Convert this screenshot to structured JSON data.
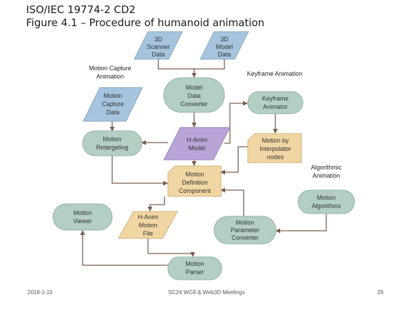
{
  "slide": {
    "title_line1": "ISO/IEC 19774-2 CD2",
    "title_line2": "Figure 4.1 – Procedure of humanoid animation"
  },
  "diagram": {
    "notes": {
      "motion_capture_1": "Motion Capture",
      "motion_capture_2": "Animation",
      "keyframe": "Keyframe Animation",
      "algorithmic_1": "Algorithmic",
      "algorithmic_2": "Animation"
    },
    "nodes": {
      "scanner": [
        "3D",
        "Scanner",
        "Data"
      ],
      "model_data": [
        "3D",
        "Model",
        "Data"
      ],
      "capture_data": [
        "Motion",
        "Capture",
        "Data"
      ],
      "converter": [
        "Model",
        "Data",
        "Converter"
      ],
      "keyframe_animator": [
        "Keyframe",
        "Animator"
      ],
      "retargeting": [
        "Motion",
        "Retargeting"
      ],
      "hanim_model": [
        "H-Anim",
        "Model"
      ],
      "interpolator": [
        "Motion by",
        "Interpolator",
        "nodes"
      ],
      "definition": [
        "Motion",
        "Definition",
        "Component"
      ],
      "algorithms": [
        "Motion",
        "Algorithms"
      ],
      "viewer": [
        "Motion",
        "Viewer"
      ],
      "motion_file": [
        "H-Anim",
        "Motion",
        "File"
      ],
      "param_converter": [
        "Motion",
        "Parameter",
        "Converter"
      ],
      "parser": [
        "Motion",
        "Parser"
      ]
    },
    "colors": {
      "blue": "#a6c4dd",
      "green": "#b3cfc4",
      "purple": "#b8a4d6",
      "tan": "#f0d6a2",
      "arrow": "#7b5b4a"
    }
  },
  "footer": {
    "date": "2018-1-15",
    "meeting": "SC24 WG9 & Web3D Meetings",
    "page": "29"
  }
}
